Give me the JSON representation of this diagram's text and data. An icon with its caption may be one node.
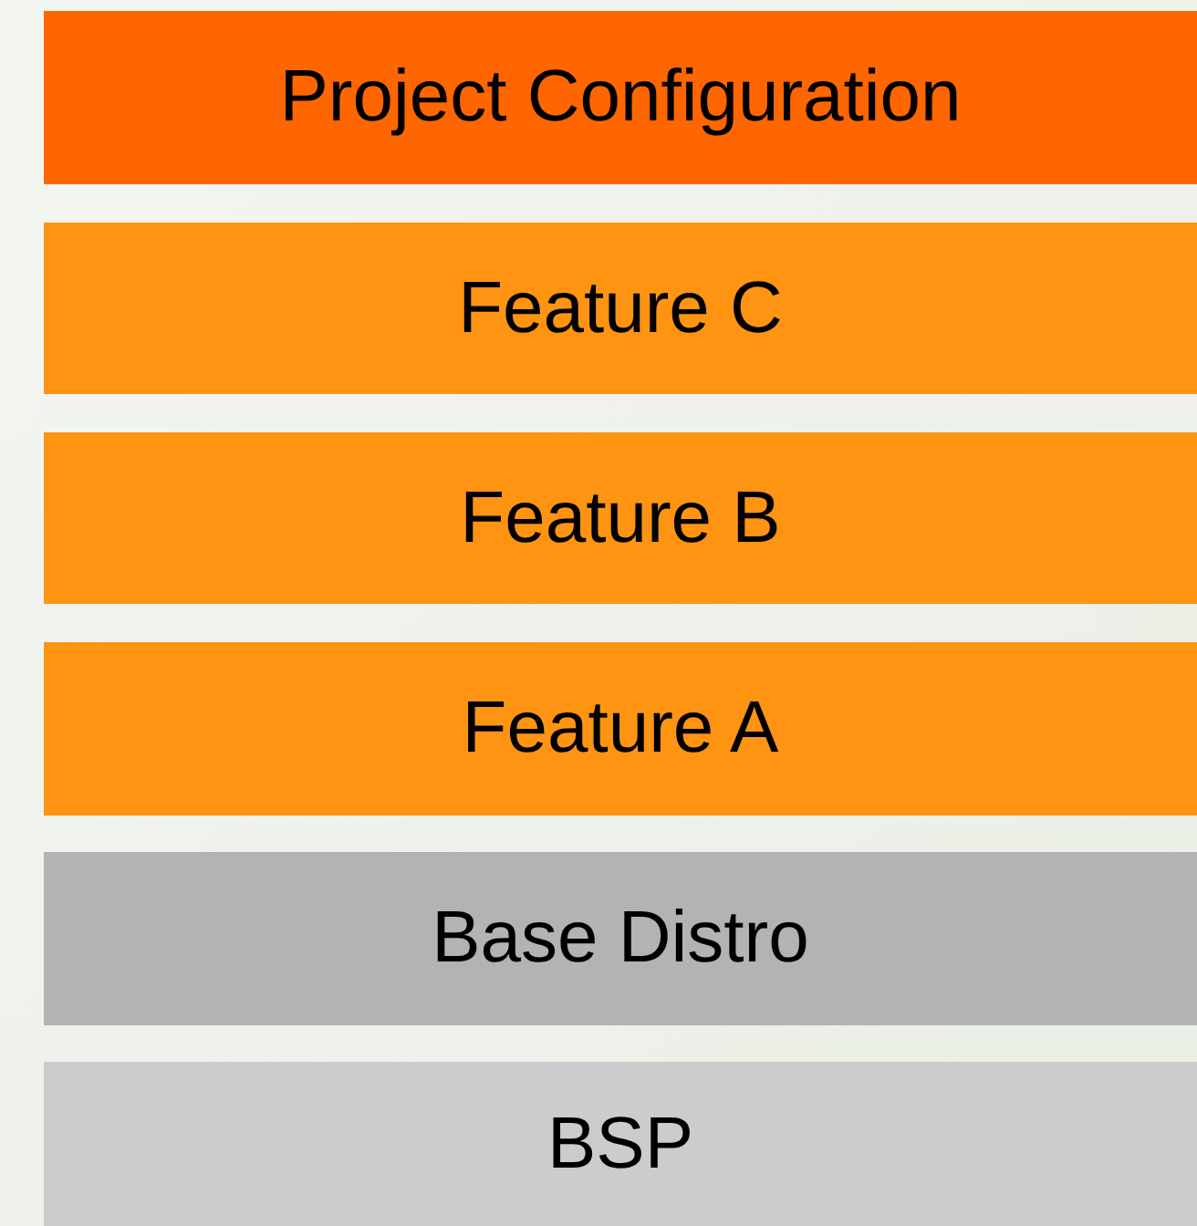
{
  "diagram": {
    "nodes": [
      {
        "text": [
          "Project Configuration"
        ]
      },
      {
        "text": [
          "Feature C"
        ]
      },
      {
        "text": [
          "Feature B"
        ]
      },
      {
        "text": [
          "Feature A"
        ]
      },
      {
        "text": [
          "Base Distro"
        ]
      },
      {
        "text": [
          "BSP"
        ]
      }
    ]
  }
}
